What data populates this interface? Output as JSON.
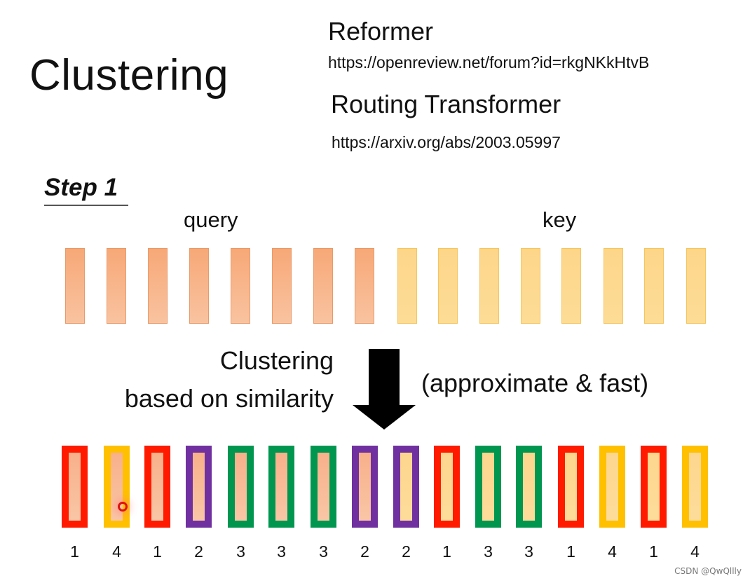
{
  "slide": {
    "title": "Clustering",
    "references": [
      {
        "name": "Reformer",
        "url": "https://openreview.net/forum?id=rkgNKkHtvB"
      },
      {
        "name": "Routing Transformer",
        "url": "https://arxiv.org/abs/2003.05997"
      }
    ],
    "step_label": "Step 1",
    "query_label": "query",
    "key_label": "key",
    "query_count": 8,
    "key_count": 8,
    "clustering_line1": "Clustering",
    "clustering_line2": "based on similarity",
    "approx_note": "(approximate & fast)",
    "arrow_icon": "down-arrow-icon",
    "cluster_colors": {
      "1": "#ff1a00",
      "2": "#7030a0",
      "3": "#00964f",
      "4": "#ffc000"
    },
    "vector_colors": {
      "query": "#f7a877",
      "key": "#fdd68a"
    },
    "assignments": [
      {
        "type": "query",
        "cluster": "1"
      },
      {
        "type": "query",
        "cluster": "4"
      },
      {
        "type": "query",
        "cluster": "1"
      },
      {
        "type": "query",
        "cluster": "2"
      },
      {
        "type": "query",
        "cluster": "3"
      },
      {
        "type": "query",
        "cluster": "3"
      },
      {
        "type": "query",
        "cluster": "3"
      },
      {
        "type": "query",
        "cluster": "2"
      },
      {
        "type": "key",
        "cluster": "2"
      },
      {
        "type": "key",
        "cluster": "1"
      },
      {
        "type": "key",
        "cluster": "3"
      },
      {
        "type": "key",
        "cluster": "3"
      },
      {
        "type": "key",
        "cluster": "1"
      },
      {
        "type": "key",
        "cluster": "4"
      },
      {
        "type": "key",
        "cluster": "1"
      },
      {
        "type": "key",
        "cluster": "4"
      }
    ],
    "watermark": "CSDN @QwQllly"
  }
}
